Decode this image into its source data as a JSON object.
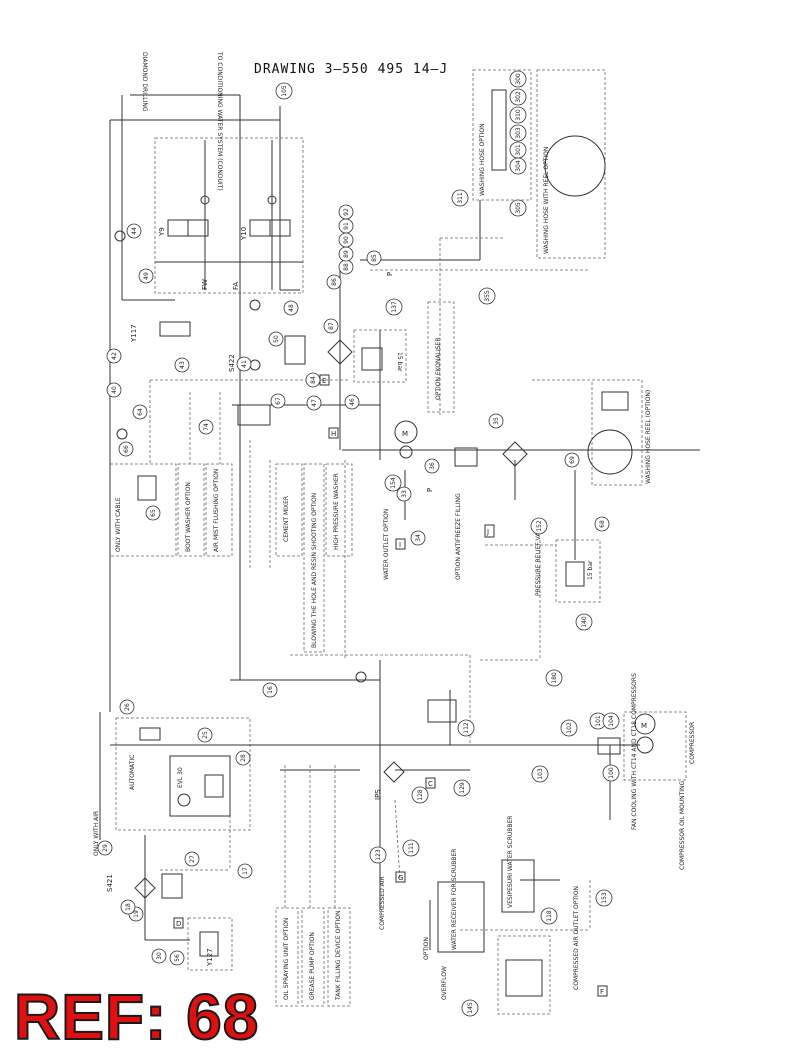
{
  "title": "DRAWING 3—550 495 14—J",
  "ref_label": "REF: 68",
  "colors": {
    "ref_fill": "#e01010",
    "ref_stroke": "#1a1a1a",
    "lines": "#333333",
    "dashed": "#666666"
  },
  "callouts": [
    {
      "n": "105"
    },
    {
      "n": "44"
    },
    {
      "n": "49"
    },
    {
      "n": "48"
    },
    {
      "n": "50"
    },
    {
      "n": "42"
    },
    {
      "n": "43"
    },
    {
      "n": "40"
    },
    {
      "n": "64"
    },
    {
      "n": "74"
    },
    {
      "n": "66"
    },
    {
      "n": "65"
    },
    {
      "n": "41"
    },
    {
      "n": "67"
    },
    {
      "n": "47"
    },
    {
      "n": "46"
    },
    {
      "n": "84"
    },
    {
      "n": "87"
    },
    {
      "n": "86"
    },
    {
      "n": "88"
    },
    {
      "n": "89"
    },
    {
      "n": "90"
    },
    {
      "n": "91"
    },
    {
      "n": "92"
    },
    {
      "n": "85"
    },
    {
      "n": "137"
    },
    {
      "n": "311"
    },
    {
      "n": "305"
    },
    {
      "n": "300"
    },
    {
      "n": "302"
    },
    {
      "n": "310"
    },
    {
      "n": "303"
    },
    {
      "n": "301"
    },
    {
      "n": "304"
    },
    {
      "n": "355"
    },
    {
      "n": "35"
    },
    {
      "n": "154"
    },
    {
      "n": "33"
    },
    {
      "n": "34"
    },
    {
      "n": "36"
    },
    {
      "n": "69"
    },
    {
      "n": "68"
    },
    {
      "n": "152"
    },
    {
      "n": "140"
    },
    {
      "n": "180"
    },
    {
      "n": "16"
    },
    {
      "n": "26"
    },
    {
      "n": "25"
    },
    {
      "n": "28"
    },
    {
      "n": "112"
    },
    {
      "n": "102"
    },
    {
      "n": "101"
    },
    {
      "n": "104"
    },
    {
      "n": "100"
    },
    {
      "n": "103"
    },
    {
      "n": "129"
    },
    {
      "n": "128"
    },
    {
      "n": "111"
    },
    {
      "n": "123"
    },
    {
      "n": "29"
    },
    {
      "n": "27"
    },
    {
      "n": "19"
    },
    {
      "n": "18"
    },
    {
      "n": "17"
    },
    {
      "n": "30"
    },
    {
      "n": "56"
    },
    {
      "n": "118"
    },
    {
      "n": "153"
    },
    {
      "n": "145"
    }
  ],
  "labels": {
    "diamond_drilling": "DIAMOND DRILLING",
    "to_conditioning": "TO CONDITIONING WATER SYSTEM (CONDUIT)",
    "y9": "Y9",
    "y10": "Y10",
    "fw": "FW",
    "fa": "FA",
    "y117": "Y117",
    "p_top": "P",
    "bar15_a": "15 bar",
    "option_ekonaliser": "OPTION EKONALISER",
    "washing_hose_option": "WASHING HOSE OPTION",
    "washing_hose_reel_option": "WASHING HOSE WITH REEL OPTION",
    "only_with_cable": "ONLY WITH CABLE",
    "boot_washer_option": "BOOT WASHER OPTION",
    "air_mist_flushing": "AIR MIST FLUSHING OPTION",
    "cement_mixer": "CEMENT MIXER",
    "blowing_hole": "BLOWING THE HOLE AND RESIN SHOOTING OPTION",
    "high_pressure_washer": "HIGH PRESSURE WASHER",
    "water_outlet_option": "WATER OUTLET OPTION",
    "antifreeze_filling": "OPTION ANTIFREEZE FILLING",
    "pressure_relief_valve": "PRESSURE RELIEF VALVE",
    "bar15_b": "15 bar",
    "washing_hose_reel_small": "WASHING HOSE REEL (OPTION)",
    "s422": "S422",
    "p_mid": "P",
    "boxed_i": "I",
    "boxed_j": "J",
    "boxed_e": "E",
    "boxed_h": "H",
    "compressor_label": "COMPRESSOR",
    "automatic_label": "AUTOMATIC",
    "evl_label": "EVL 30",
    "ips": "IPS",
    "boxed_g": "G",
    "boxed_d": "D",
    "boxed_c": "C",
    "boxed_f": "F",
    "only_with_air": "ONLY WITH AIR",
    "s421": "S421",
    "y127": "Y127",
    "compressed_air": "COMPRESSED AIR",
    "oil_spray_unit": "OIL SPRAYING UNIT OPTION",
    "grease_pump": "GREASE PUMP OPTION",
    "tank_filling": "TANK FILLING DEVICE OPTION",
    "water_receiver": "WATER RECEIVER FOR SCRUBBER",
    "option_scrubber": "OPTION",
    "vesipesuri": "VESIPESURI WATER SCRUBBER",
    "compressed_air_outlet": "COMPRESSED AIR OUTLET OPTION",
    "overflow": "OVERFLOW",
    "fan_cooling": "FAN COOLING WITH CT14 AND CT18 COMPRESSORS",
    "compressor_oil_mounting": "COMPRESSOR OIL MOUNTING",
    "pump_m": "M",
    "comp_m": "M"
  }
}
